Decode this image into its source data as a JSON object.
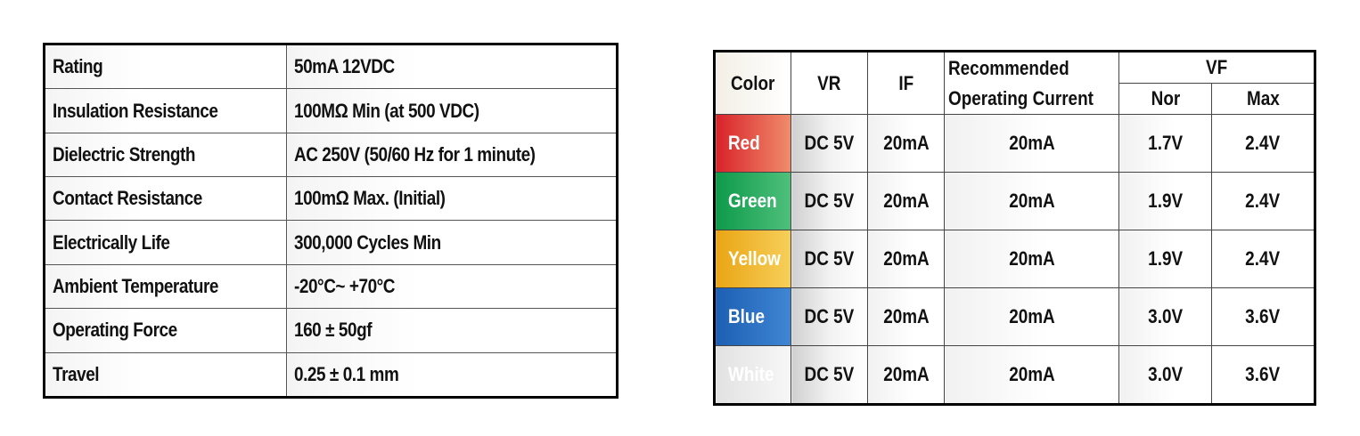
{
  "specs": [
    {
      "label": "Rating",
      "value": "50mA 12VDC"
    },
    {
      "label": "Insulation Resistance",
      "value": "100MΩ Min (at 500 VDC)"
    },
    {
      "label": "Dielectric Strength",
      "value": "AC 250V (50/60 Hz for 1 minute)"
    },
    {
      "label": "Contact Resistance",
      "value": "100mΩ Max. (Initial)"
    },
    {
      "label": "Electrically Life",
      "value": "300,000 Cycles Min"
    },
    {
      "label": "Ambient Temperature",
      "value": "-20°C~ +70°C"
    },
    {
      "label": "Operating Force",
      "value": "160 ± 50gf"
    },
    {
      "label": "Travel",
      "value": "0.25 ± 0.1 mm"
    }
  ],
  "led_table": {
    "headers": {
      "color": "Color",
      "vr": "VR",
      "if": "IF",
      "recommended_line1": "Recommended",
      "recommended_line2": "Operating Current",
      "vf": "VF",
      "vf_nor": "Nor",
      "vf_max": "Max"
    },
    "rows": [
      {
        "color": "Red",
        "swatch_from": "#d8232a",
        "swatch_to": "#f08c6c",
        "vr": "DC 5V",
        "if": "20mA",
        "rec": "20mA",
        "nor": "1.7V",
        "max": "2.4V"
      },
      {
        "color": "Green",
        "swatch_from": "#0e9a4a",
        "swatch_to": "#4fc07c",
        "vr": "DC 5V",
        "if": "20mA",
        "rec": "20mA",
        "nor": "1.9V",
        "max": "2.4V"
      },
      {
        "color": "Yellow",
        "swatch_from": "#eaa514",
        "swatch_to": "#f6cf5a",
        "vr": "DC 5V",
        "if": "20mA",
        "rec": "20mA",
        "nor": "1.9V",
        "max": "2.4V"
      },
      {
        "color": "Blue",
        "swatch_from": "#1d5fb3",
        "swatch_to": "#3f86d4",
        "vr": "DC 5V",
        "if": "20mA",
        "rec": "20mA",
        "nor": "3.0V",
        "max": "3.6V"
      },
      {
        "color": "White",
        "swatch_from": "#e2e2e2",
        "swatch_to": "#f7f7f7",
        "vr": "DC 5V",
        "if": "20mA",
        "rec": "20mA",
        "nor": "3.0V",
        "max": "3.6V"
      }
    ]
  }
}
